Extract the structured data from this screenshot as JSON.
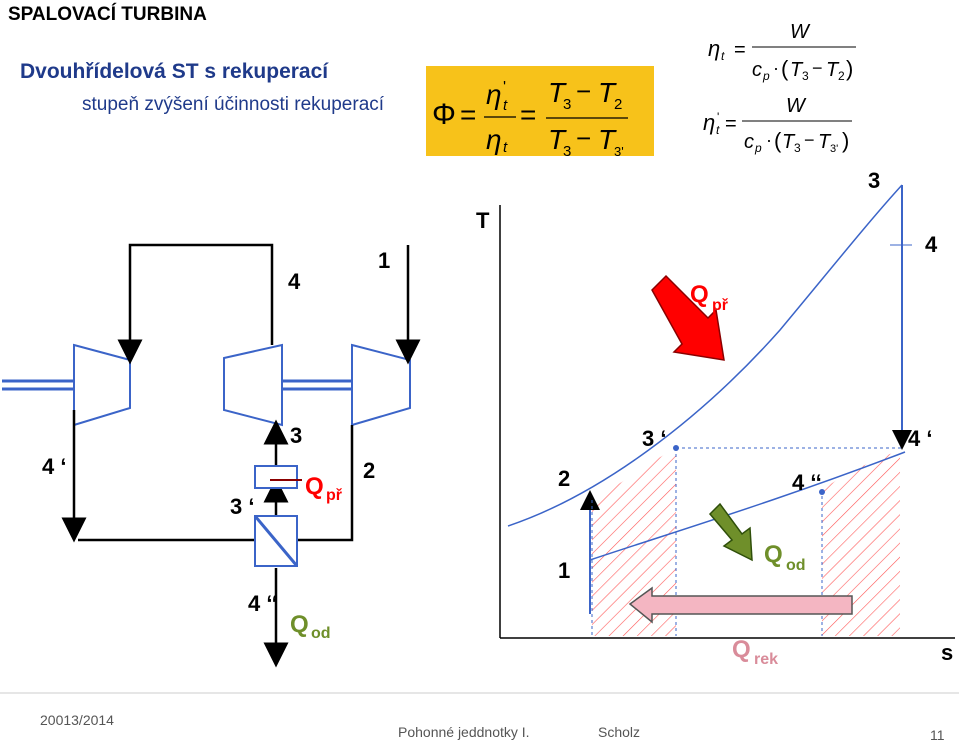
{
  "header": {
    "title": "SPALOVACÍ  TURBINA",
    "subtitle": "Dvouhřídelová ST s rekuperací",
    "caption": "stupeň zvýšení účinnosti rekuperací"
  },
  "formulas": {
    "phi_symbol": "Φ",
    "equals": "=",
    "eta_prime": "η",
    "prime_mark": "'",
    "sub_t": "t",
    "eta": "η",
    "num_T3": "T",
    "sub_3": "3",
    "minus": "−",
    "num_T2": "T",
    "sub_2": "2",
    "den_T3": "T",
    "den_T3p": "T",
    "sub_3p": "3'",
    "W": "W",
    "cp_c": "c",
    "cp_p": "p",
    "dot": "·",
    "lparen": "(",
    "rparen": ")"
  },
  "schematic": {
    "labels": {
      "n4_top": "4",
      "n1": "1",
      "n3": "3",
      "n2": "2",
      "n4p": "4 ‘",
      "n3p": "3 ‘",
      "n4pp": "4 ‘‘",
      "q_pr": "Q",
      "q_pr_sub": "př",
      "q_od": "Q",
      "q_od_sub": "od"
    }
  },
  "ts_diagram": {
    "axis_T": "T",
    "axis_s": "s",
    "labels": {
      "p3": "3",
      "p4": "4",
      "p2": "2",
      "p1": "1",
      "p3p": "3 ‘",
      "p4p": "4 ‘",
      "p4pp": "4 ‘‘",
      "q_pr": "Q",
      "q_pr_sub": "př",
      "q_od": "Q",
      "q_od_sub": "od",
      "q_rek": "Q",
      "q_rek_sub": "rek"
    }
  },
  "footer": {
    "year": "20013/2014",
    "course": "Pohonné jeddnotky I.",
    "author": "Scholz",
    "page": "11"
  },
  "colors": {
    "accent_blue": "#1f3a8a",
    "formula_bg": "#f7c21a",
    "q_pr_arrow": "#ff0000",
    "q_od_arrow": "#6f8f2a",
    "q_rek_arrow": "#f4b6c2",
    "hatch": "#ff5a5a",
    "schematic_blue": "#3b64c8"
  }
}
